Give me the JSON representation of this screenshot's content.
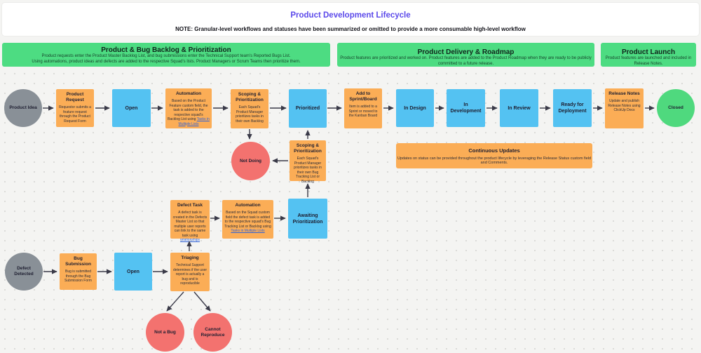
{
  "header": {
    "title": "Product Development Lifecycle",
    "note": "NOTE: Granular-level workflows and statuses have been summarized or omitted to provide a more consumable high-level workflow"
  },
  "sections": {
    "backlog": {
      "title": "Product & Bug Backlog & Prioritization",
      "line1": "Product requests enter the Product Master Backlog List, and bug submissions enter the Technical Support team's Reported Bugs List.",
      "line2": "Using automations, product ideas and defects are added to the respective Squad's lists. Product Managers or Scrum Teams then prioritize them."
    },
    "delivery": {
      "title": "Product Delivery & Roadmap",
      "line1": "Product features are prioritized and worked on. Product features are added to the Product Roadmap when they are ready to be publicly committed to a future release."
    },
    "launch": {
      "title": "Product Launch",
      "line1": "Product features are launched and included in Release Notes."
    }
  },
  "nodes": {
    "product_idea": {
      "label": "Product Idea"
    },
    "product_request": {
      "title": "Product Request",
      "desc": "Requestor submits a feature request through the Product Request Form"
    },
    "open1": {
      "label": "Open"
    },
    "automation1": {
      "title": "Automation",
      "desc": "Based on the Product Feature custom field, the task is added to the respective squad's Backlog List using ",
      "link": "Tasks in Multiple Lists"
    },
    "scoping1": {
      "title": "Scoping & Prioritization",
      "desc": "Each Squad's Product Manager prioritizes tasks in their own Backlog"
    },
    "prioritized": {
      "label": "Prioritized"
    },
    "add_to_sprint": {
      "title": "Add to Sprint/Board",
      "desc": "Item is added to a Sprint or moved to the Kanban Board"
    },
    "in_design": {
      "label": "In Design"
    },
    "in_development": {
      "label": "In Development"
    },
    "in_review": {
      "label": "In Review"
    },
    "ready_for_deployment": {
      "label": "Ready for Deployment"
    },
    "release_notes": {
      "title": "Release Notes",
      "desc": "Update and publish Release Notes using ClickUp Docs"
    },
    "closed": {
      "label": "Closed"
    },
    "not_doing": {
      "label": "Not Doing"
    },
    "scoping2": {
      "title": "Scoping & Prioritization",
      "desc": "Each Squad's Product Manager prioritizes tasks in their own Bug Tracking List or Backlog"
    },
    "continuous_updates": {
      "title": "Continuous Updates",
      "desc": "Updates on status can be provided throughout the product lifecycle by leveraging the Release Status custom field and Comments."
    },
    "defect_task": {
      "title": "Defect Task",
      "desc": "A defect task is created in the Defects Master List so that multiple user reports can link to the same task using ",
      "link": "relationships"
    },
    "automation2": {
      "title": "Automation",
      "desc": "Based on the Squad custom field the defect task is added to the respective squad's Bug Tracking List or Backlog using ",
      "link": "Tasks in Multiple Lists"
    },
    "awaiting_prioritization": {
      "label": "Awaiting Prioritization"
    },
    "defect_detected": {
      "label": "Defect Detected"
    },
    "bug_submission": {
      "title": "Bug Submission",
      "desc": "Bug is submitted through the Bug Submission Form"
    },
    "open2": {
      "label": "Open"
    },
    "triaging": {
      "title": "Triaging",
      "desc": "Technical Support determines if the user report is actually a bug and is reproducible"
    },
    "not_a_bug": {
      "label": "Not a Bug"
    },
    "cannot_reproduce": {
      "label": "Cannot Reproduce"
    }
  },
  "colors": {
    "section_green": "#4ddc82",
    "node_orange": "#fbad56",
    "node_blue": "#54c2f2",
    "circle_gray": "#899097",
    "circle_red": "#f3726f",
    "circle_green": "#4fd97e",
    "title_purple": "#5b49ea",
    "link_blue": "#2e62d9",
    "arrow": "#3a3a48"
  }
}
